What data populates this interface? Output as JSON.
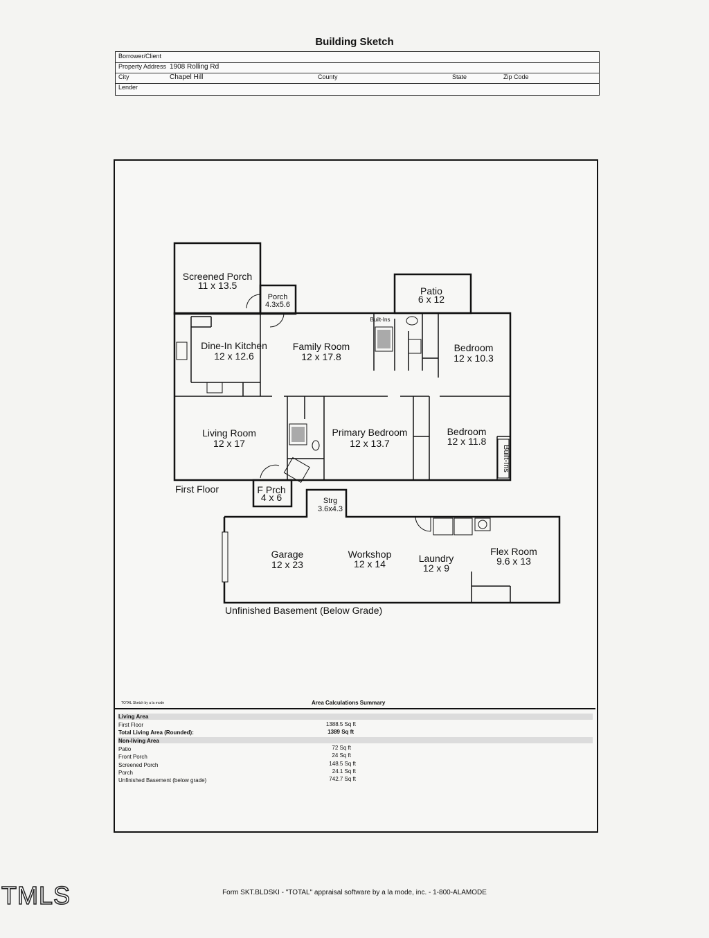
{
  "header": {
    "title": "Building Sketch",
    "borrower_label": "Borrower/Client",
    "address_label": "Property Address",
    "address_value": "1908 Rolling Rd",
    "city_label": "City",
    "city_value": "Chapel Hill",
    "county_label": "County",
    "state_label": "State",
    "zip_label": "Zip Code",
    "lender_label": "Lender"
  },
  "rooms": {
    "screened_porch": {
      "name": "Screened Porch",
      "dims": "11 x 13.5"
    },
    "porch": {
      "name": "Porch",
      "dims": "4.3x5.6"
    },
    "patio": {
      "name": "Patio",
      "dims": "6 x 12"
    },
    "builtins_top": "Built-Ins",
    "kitchen": {
      "name": "Dine-In Kitchen",
      "dims": "12 x 12.6"
    },
    "family": {
      "name": "Family Room",
      "dims": "12 x 17.8"
    },
    "bedroom1": {
      "name": "Bedroom",
      "dims": "12 x 10.3"
    },
    "living": {
      "name": "Living Room",
      "dims": "12 x 17"
    },
    "primary": {
      "name": "Primary Bedroom",
      "dims": "12 x 13.7"
    },
    "bedroom2": {
      "name": "Bedroom",
      "dims": "12 x 11.8"
    },
    "builtins_side": "Built-Ins",
    "first_floor": "First Floor",
    "front_porch": {
      "name": "F Prch",
      "dims": "4 x 6"
    },
    "storage": {
      "name": "Strg",
      "dims": "3.6x4.3"
    },
    "garage": {
      "name": "Garage",
      "dims": "12 x 23"
    },
    "workshop": {
      "name": "Workshop",
      "dims": "12 x 14"
    },
    "laundry": {
      "name": "Laundry",
      "dims": "12 x 9"
    },
    "flex": {
      "name": "Flex Room",
      "dims": "9.6 x 13"
    },
    "basement": "Unfinished Basement (Below Grade)"
  },
  "summary": {
    "brand": "TOTAL Sketch by a la mode",
    "title": "Area Calculations Summary",
    "living_area_heading": "Living Area",
    "first_floor_label": "First Floor",
    "first_floor_value": "1388.5 Sq ft",
    "total_label": "Total Living Area (Rounded):",
    "total_value": "1389 Sq ft",
    "non_living_heading": "Non-living Area",
    "items": [
      {
        "label": "Patio",
        "value": "72 Sq ft"
      },
      {
        "label": "Front Porch",
        "value": "24 Sq ft"
      },
      {
        "label": "Screened Porch",
        "value": "148.5 Sq ft"
      },
      {
        "label": "Porch",
        "value": "24.1 Sq ft"
      },
      {
        "label": "Unfinished Basement (below grade)",
        "value": "742.7 Sq ft"
      }
    ]
  },
  "footer": "Form SKT.BLDSKI - \"TOTAL\" appraisal software by a la mode, inc. - 1-800-ALAMODE",
  "watermark": "TMLS"
}
